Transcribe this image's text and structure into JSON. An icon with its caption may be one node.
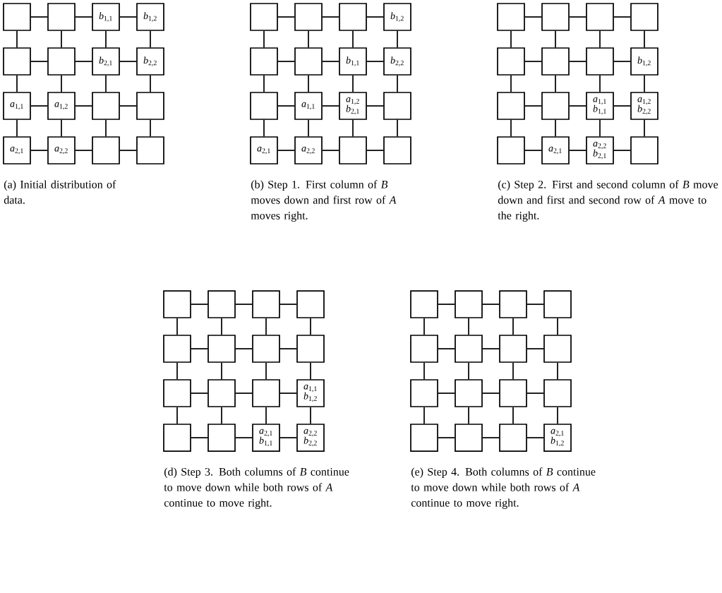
{
  "diagram": {
    "nodes": [
      {
        "text": [],
        "shape": "box"
      },
      {
        "text": [],
        "shape": "box"
      },
      {
        "text": [
          "*b*$_{1,1}$"
        ]
      },
      {
        "text": [
          "*b*$_{1,2}$"
        ]
      },
      {
        "text": [],
        "shape": "box"
      },
      {
        "text": [],
        "shape": "box"
      },
      {
        "text": [
          "*b*$_{2,1}$"
        ]
      },
      {
        "text": [
          "*b*$_{2,2}$"
        ]
      },
      {
        "text": [
          "*a*$_{1,1}$"
        ]
      },
      {
        "text": [
          "*a*$_{1,2}$"
        ]
      },
      {
        "text": [],
        "shape": "box"
      },
      {
        "text": [],
        "shape": "box"
      },
      {
        "text": [
          "*a*$_{2,1}$"
        ]
      },
      {
        "text": [
          "*a*$_{2,2}$"
        ]
      },
      {
        "text": [],
        "shape": "box"
      },
      {
        "text": [],
        "shape": "box"
      },
      {
        "text": [],
        "shape": "box"
      },
      {
        "text": [],
        "shape": "box"
      },
      {
        "text": [],
        "shape": "box"
      },
      {
        "text": [
          "*b*$_{1,2}$"
        ]
      },
      {
        "text": [],
        "shape": "box"
      },
      {
        "text": [],
        "shape": "box"
      },
      {
        "text": [
          "*b*$_{1,1}$"
        ]
      },
      {
        "text": [
          "*b*$_{2,2}$"
        ]
      },
      {
        "text": [],
        "shape": "box"
      },
      {
        "text": [
          "*a*$_{1,1}$"
        ]
      },
      {
        "text": [
          "*a*$_{1,2}$",
          "*b*$_{2,1}$"
        ]
      },
      {
        "text": [],
        "shape": "box"
      },
      {
        "text": [
          "*a*$_{2,1}$"
        ]
      },
      {
        "text": [
          "*a*$_{2,2}$"
        ]
      },
      {
        "text": [],
        "shape": "box"
      },
      {
        "text": [],
        "shape": "box"
      },
      {
        "text": [],
        "shape": "box"
      },
      {
        "text": [],
        "shape": "box"
      },
      {
        "text": [],
        "shape": "box"
      },
      {
        "text": [],
        "shape": "box"
      },
      {
        "text": [],
        "shape": "box"
      },
      {
        "text": [],
        "shape": "box"
      },
      {
        "text": [],
        "shape": "box"
      },
      {
        "text": [
          "*b*$_{1,2}$"
        ]
      },
      {
        "text": [],
        "shape": "box"
      },
      {
        "text": [],
        "shape": "box"
      },
      {
        "text": [
          "*a*$_{1,1}$",
          "*b*$_{1,1}$"
        ]
      },
      {
        "text": [
          "*a*$_{1,2}$",
          "*b*$_{2,2}$"
        ]
      },
      {
        "text": [],
        "shape": "box"
      },
      {
        "text": [
          "*a*$_{2,1}$"
        ]
      },
      {
        "text": [
          "*a*$_{2,2}$",
          "*b*$_{2,1}$"
        ]
      },
      {
        "text": [],
        "shape": "box"
      },
      {
        "text": [],
        "shape": "box"
      },
      {
        "text": [],
        "shape": "box"
      },
      {
        "text": [],
        "shape": "box"
      },
      {
        "text": [],
        "shape": "box"
      },
      {
        "text": [],
        "shape": "box"
      },
      {
        "text": [],
        "shape": "box"
      },
      {
        "text": [],
        "shape": "box"
      },
      {
        "text": [],
        "shape": "box"
      },
      {
        "text": [],
        "shape": "box"
      },
      {
        "text": [],
        "shape": "box"
      },
      {
        "text": [],
        "shape": "box"
      },
      {
        "text": [
          "*a*$_{1,1}$",
          "*b*$_{1,2}$"
        ]
      },
      {
        "text": [],
        "shape": "box"
      },
      {
        "text": [],
        "shape": "box"
      },
      {
        "text": [
          "*a*$_{2,1}$",
          "*b*$_{1,1}$"
        ]
      },
      {
        "text": [
          "*a*$_{2,2}$",
          "*b*$_{2,2}$"
        ]
      },
      {
        "text": [],
        "shape": "box"
      },
      {
        "text": [],
        "shape": "box"
      },
      {
        "text": [],
        "shape": "box"
      },
      {
        "text": [],
        "shape": "box"
      },
      {
        "text": [],
        "shape": "box"
      },
      {
        "text": [],
        "shape": "box"
      },
      {
        "text": [],
        "shape": "box"
      },
      {
        "text": [],
        "shape": "box"
      },
      {
        "text": [],
        "shape": "box"
      },
      {
        "text": [],
        "shape": "box"
      },
      {
        "text": [],
        "shape": "box"
      },
      {
        "text": [],
        "shape": "box"
      },
      {
        "text": [],
        "shape": "box"
      },
      {
        "text": [],
        "shape": "box"
      },
      {
        "text": [],
        "shape": "box"
      },
      {
        "text": [
          "*a*$_{2,1}$",
          "*b*$_{1,2}$"
        ]
      }
    ],
    "edges": [
      {
        "from": 0,
        "to": 1,
        "arrow": "none"
      },
      {
        "from": 1,
        "to": 2,
        "arrow": "none"
      },
      {
        "from": 2,
        "to": 3,
        "arrow": "none"
      },
      {
        "from": 0,
        "to": 4,
        "arrow": "none"
      },
      {
        "from": 1,
        "to": 5,
        "arrow": "none"
      },
      {
        "from": 2,
        "to": 6,
        "arrow": "none"
      },
      {
        "from": 3,
        "to": 7,
        "arrow": "none"
      },
      {
        "from": 4,
        "to": 5,
        "arrow": "none"
      },
      {
        "from": 5,
        "to": 6,
        "arrow": "none"
      },
      {
        "from": 6,
        "to": 7,
        "arrow": "none"
      },
      {
        "from": 4,
        "to": 8,
        "arrow": "none"
      },
      {
        "from": 5,
        "to": 9,
        "arrow": "none"
      },
      {
        "from": 6,
        "to": 10,
        "arrow": "none"
      },
      {
        "from": 7,
        "to": 11,
        "arrow": "none"
      },
      {
        "from": 8,
        "to": 9,
        "arrow": "none"
      },
      {
        "from": 9,
        "to": 10,
        "arrow": "none"
      },
      {
        "from": 10,
        "to": 11,
        "arrow": "none"
      },
      {
        "from": 8,
        "to": 12,
        "arrow": "none"
      },
      {
        "from": 9,
        "to": 13,
        "arrow": "none"
      },
      {
        "from": 10,
        "to": 14,
        "arrow": "none"
      },
      {
        "from": 11,
        "to": 15,
        "arrow": "none"
      },
      {
        "from": 12,
        "to": 13,
        "arrow": "none"
      },
      {
        "from": 13,
        "to": 14,
        "arrow": "none"
      },
      {
        "from": 14,
        "to": 15,
        "arrow": "none"
      },
      {
        "from": 16,
        "to": 17,
        "arrow": "none"
      },
      {
        "from": 17,
        "to": 18,
        "arrow": "none"
      },
      {
        "from": 18,
        "to": 19,
        "arrow": "none"
      },
      {
        "from": 16,
        "to": 20,
        "arrow": "none"
      },
      {
        "from": 17,
        "to": 21,
        "arrow": "none"
      },
      {
        "from": 18,
        "to": 22,
        "arrow": "none"
      },
      {
        "from": 19,
        "to": 23,
        "arrow": "none"
      },
      {
        "from": 20,
        "to": 21,
        "arrow": "none"
      },
      {
        "from": 21,
        "to": 22,
        "arrow": "none"
      },
      {
        "from": 22,
        "to": 23,
        "arrow": "none"
      },
      {
        "from": 20,
        "to": 24,
        "arrow": "none"
      },
      {
        "from": 21,
        "to": 25,
        "arrow": "none"
      },
      {
        "from": 22,
        "to": 26,
        "arrow": "none"
      },
      {
        "from": 23,
        "to": 27,
        "arrow": "none"
      },
      {
        "from": 24,
        "to": 25,
        "arrow": "none"
      },
      {
        "from": 25,
        "to": 26,
        "arrow": "none"
      },
      {
        "from": 26,
        "to": 27,
        "arrow": "none"
      },
      {
        "from": 24,
        "to": 28,
        "arrow": "none"
      },
      {
        "from": 25,
        "to": 29,
        "arrow": "none"
      },
      {
        "from": 26,
        "to": 30,
        "arrow": "none"
      },
      {
        "from": 27,
        "to": 31,
        "arrow": "none"
      },
      {
        "from": 28,
        "to": 29,
        "arrow": "none"
      },
      {
        "from": 29,
        "to": 30,
        "arrow": "none"
      },
      {
        "from": 30,
        "to": 31,
        "arrow": "none"
      },
      {
        "from": 32,
        "to": 33,
        "arrow": "none"
      },
      {
        "from": 33,
        "to": 34,
        "arrow": "none"
      },
      {
        "from": 34,
        "to": 35,
        "arrow": "none"
      },
      {
        "from": 32,
        "to": 36,
        "arrow": "none"
      },
      {
        "from": 33,
        "to": 37,
        "arrow": "none"
      },
      {
        "from": 34,
        "to": 38,
        "arrow": "none"
      },
      {
        "from": 35,
        "to": 39,
        "arrow": "none"
      },
      {
        "from": 36,
        "to": 37,
        "arrow": "none"
      },
      {
        "from": 37,
        "to": 38,
        "arrow": "none"
      },
      {
        "from": 38,
        "to": 39,
        "arrow": "none"
      },
      {
        "from": 36,
        "to": 40,
        "arrow": "none"
      },
      {
        "from": 37,
        "to": 41,
        "arrow": "none"
      },
      {
        "from": 38,
        "to": 42,
        "arrow": "none"
      },
      {
        "from": 39,
        "to": 43,
        "arrow": "none"
      },
      {
        "from": 40,
        "to": 41,
        "arrow": "none"
      },
      {
        "from": 41,
        "to": 42,
        "arrow": "none"
      },
      {
        "from": 42,
        "to": 43,
        "arrow": "none"
      },
      {
        "from": 40,
        "to": 44,
        "arrow": "none"
      },
      {
        "from": 41,
        "to": 45,
        "arrow": "none"
      },
      {
        "from": 42,
        "to": 46,
        "arrow": "none"
      },
      {
        "from": 43,
        "to": 47,
        "arrow": "none"
      },
      {
        "from": 44,
        "to": 45,
        "arrow": "none"
      },
      {
        "from": 45,
        "to": 46,
        "arrow": "none"
      },
      {
        "from": 46,
        "to": 47,
        "arrow": "none"
      },
      {
        "from": 48,
        "to": 49,
        "arrow": "none"
      },
      {
        "from": 49,
        "to": 50,
        "arrow": "none"
      },
      {
        "from": 50,
        "to": 51,
        "arrow": "none"
      },
      {
        "from": 48,
        "to": 52,
        "arrow": "none"
      },
      {
        "from": 49,
        "to": 53,
        "arrow": "none"
      },
      {
        "from": 50,
        "to": 54,
        "arrow": "none"
      },
      {
        "from": 51,
        "to": 55,
        "arrow": "none"
      },
      {
        "from": 52,
        "to": 53,
        "arrow": "none"
      },
      {
        "from": 53,
        "to": 54,
        "arrow": "none"
      },
      {
        "from": 54,
        "to": 55,
        "arrow": "none"
      },
      {
        "from": 52,
        "to": 56,
        "arrow": "none"
      },
      {
        "from": 53,
        "to": 57,
        "arrow": "none"
      },
      {
        "from": 54,
        "to": 58,
        "arrow": "none"
      },
      {
        "from": 55,
        "to": 59,
        "arrow": "none"
      },
      {
        "from": 56,
        "to": 57,
        "arrow": "none"
      },
      {
        "from": 57,
        "to": 58,
        "arrow": "none"
      },
      {
        "from": 58,
        "to": 59,
        "arrow": "none"
      },
      {
        "from": 56,
        "to": 60,
        "arrow": "none"
      },
      {
        "from": 57,
        "to": 61,
        "arrow": "none"
      },
      {
        "from": 58,
        "to": 62,
        "arrow": "none"
      },
      {
        "from": 59,
        "to": 63,
        "arrow": "none"
      },
      {
        "from": 60,
        "to": 61,
        "arrow": "none"
      },
      {
        "from": 61,
        "to": 62,
        "arrow": "none"
      },
      {
        "from": 62,
        "to": 63,
        "arrow": "none"
      },
      {
        "from": 64,
        "to": 65,
        "arrow": "none"
      },
      {
        "from": 65,
        "to": 66,
        "arrow": "none"
      },
      {
        "from": 66,
        "to": 67,
        "arrow": "none"
      },
      {
        "from": 64,
        "to": 68,
        "arrow": "none"
      },
      {
        "from": 65,
        "to": 69,
        "arrow": "none"
      },
      {
        "from": 66,
        "to": 70,
        "arrow": "none"
      },
      {
        "from": 67,
        "to": 71,
        "arrow": "none"
      },
      {
        "from": 68,
        "to": 69,
        "arrow": "none"
      },
      {
        "from": 69,
        "to": 70,
        "arrow": "none"
      },
      {
        "from": 70,
        "to": 71,
        "arrow": "none"
      },
      {
        "from": 68,
        "to": 72,
        "arrow": "none"
      },
      {
        "from": 69,
        "to": 73,
        "arrow": "none"
      },
      {
        "from": 70,
        "to": 74,
        "arrow": "none"
      },
      {
        "from": 71,
        "to": 75,
        "arrow": "none"
      },
      {
        "from": 72,
        "to": 73,
        "arrow": "none"
      },
      {
        "from": 73,
        "to": 74,
        "arrow": "none"
      },
      {
        "from": 74,
        "to": 75,
        "arrow": "none"
      },
      {
        "from": 72,
        "to": 76,
        "arrow": "none"
      },
      {
        "from": 73,
        "to": 77,
        "arrow": "none"
      },
      {
        "from": 74,
        "to": 78,
        "arrow": "none"
      },
      {
        "from": 75,
        "to": 79,
        "arrow": "none"
      },
      {
        "from": 76,
        "to": 77,
        "arrow": "none"
      },
      {
        "from": 77,
        "to": 78,
        "arrow": "none"
      },
      {
        "from": 78,
        "to": 79,
        "arrow": "none"
      }
    ],
    "labels": [
      "(a) Initial distribution of data.",
      "(b)  Step 1. First column of *B* moves down and first row of *A* moves right.",
      "(c)  Step 2. First and second column of *B* move down and first and second row of *A* move to the right.",
      "(d)  Step 3. Both columns of *B* continue to move down while both rows of *A* continue to move right.",
      "(e)  Step 4. Both columns of *B* continue to move down while both rows of *A* continue to move right."
    ]
  }
}
